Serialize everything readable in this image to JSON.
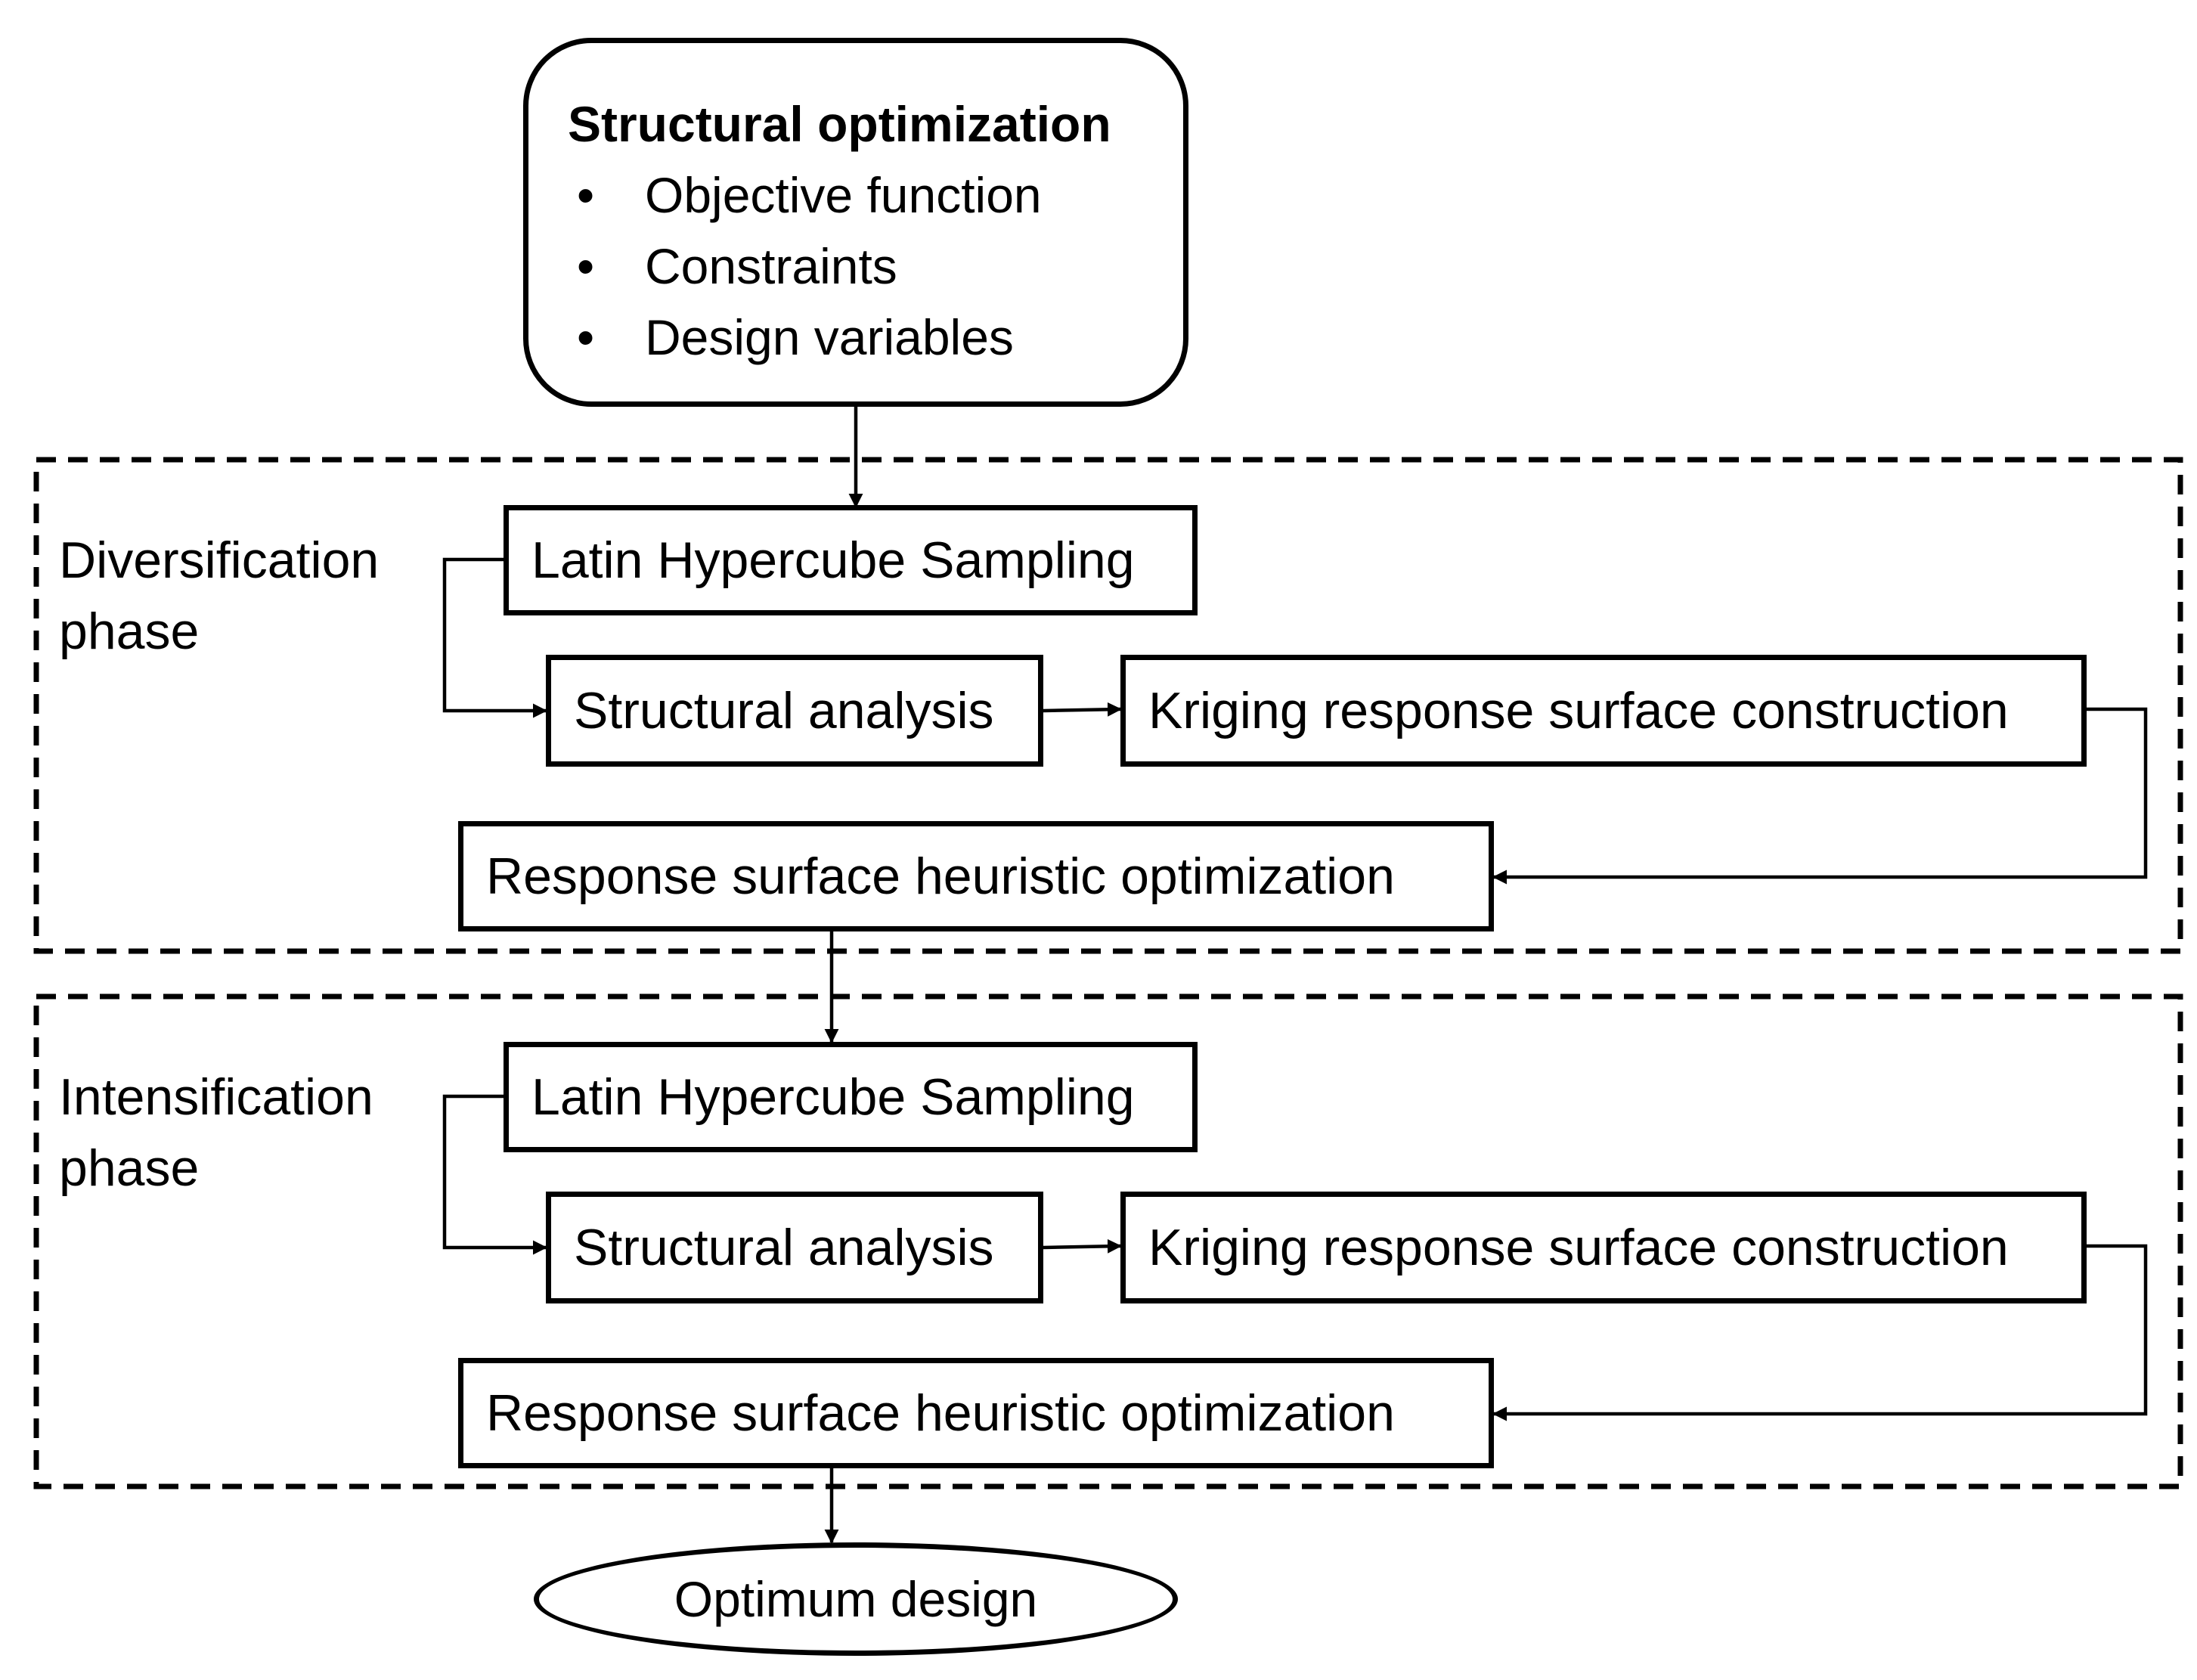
{
  "start": {
    "title": "Structural optimization",
    "bullet_glyph": "•",
    "items": [
      "Objective function",
      "Constraints",
      "Design variables"
    ]
  },
  "phases": [
    {
      "label_line1": "Diversification",
      "label_line2": "phase",
      "steps": {
        "sampling": "Latin Hypercube Sampling",
        "analysis": "Structural analysis",
        "kriging": "Kriging response surface construction",
        "optimization": "Response surface heuristic optimization"
      }
    },
    {
      "label_line1": "Intensification",
      "label_line2": "phase",
      "steps": {
        "sampling": "Latin Hypercube Sampling",
        "analysis": "Structural analysis",
        "kriging": "Kriging response surface construction",
        "optimization": "Response surface heuristic optimization"
      }
    }
  ],
  "end": {
    "label": "Optimum design"
  },
  "colors": {
    "stroke": "#000000",
    "background": "#ffffff"
  }
}
